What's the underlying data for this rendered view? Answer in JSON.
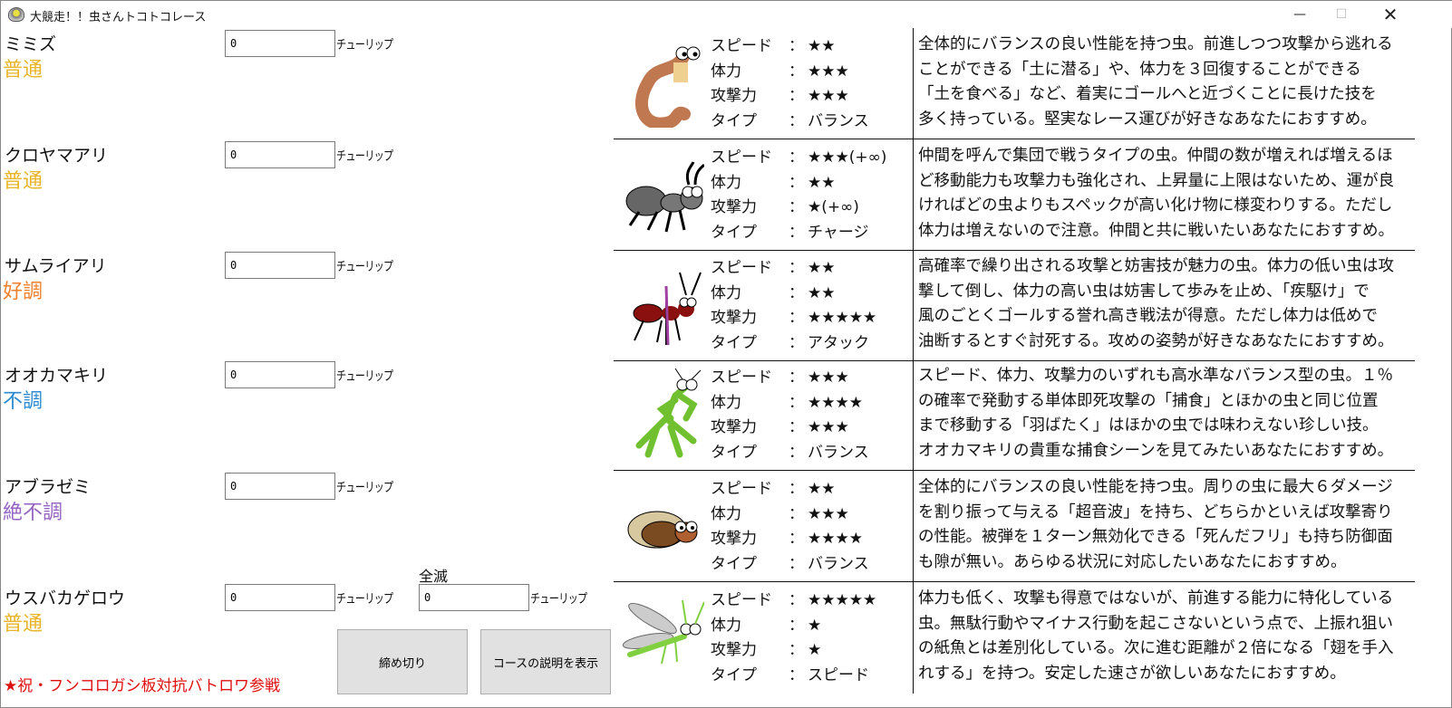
{
  "window": {
    "title": "大競走！！虫さんトコトコレース",
    "minimize": "—",
    "maximize": "☐",
    "close": "✕",
    "icon": "teacup-icon"
  },
  "unit_label": "チューリップ",
  "zenmetsu": {
    "label": "全滅",
    "value": "0"
  },
  "buttons": {
    "deadline": "締め切り",
    "course": "コースの説明を表示"
  },
  "banner": "★祝・フンコロガシ板対抗バトロワ参戦",
  "stat_labels": {
    "speed": "スピード",
    "hp": "体力",
    "attack": "攻撃力",
    "type": "タイプ",
    "sep": "："
  },
  "colors": {
    "普通": "#e8b428",
    "好調": "#f0802c",
    "不調": "#2c8ad0",
    "絶不調": "#9464c4"
  },
  "bugs": [
    {
      "name": "ミミズ",
      "condition": "普通",
      "bet": "0",
      "speed": "★★",
      "hp": "★★★",
      "attack": "★★★",
      "type": "バランス",
      "icon": "earthworm-icon",
      "desc": [
        "全体的にバランスの良い性能を持つ虫。前進しつつ攻撃から逃れる",
        "ことができる「土に潜る」や、体力を３回復することができる",
        "「土を食べる」など、着実にゴールへと近づくことに長けた技を",
        "多く持っている。堅実なレース運びが好きなあなたにおすすめ。"
      ]
    },
    {
      "name": "クロヤマアリ",
      "condition": "普通",
      "bet": "0",
      "speed": "★★★(+∞)",
      "hp": "★★",
      "attack": "★(+∞)",
      "type": "チャージ",
      "icon": "ant-icon",
      "desc": [
        "仲間を呼んで集団で戦うタイプの虫。仲間の数が増えれば増えるほ",
        "ど移動能力も攻撃力も強化され、上昇量に上限はないため、運が良",
        "ければどの虫よりもスペックが高い化け物に様変わりする。ただし",
        "体力は増えないので注意。仲間と共に戦いたいあなたにおすすめ。"
      ]
    },
    {
      "name": "サムライアリ",
      "condition": "好調",
      "bet": "0",
      "speed": "★★",
      "hp": "★★",
      "attack": "★★★★★",
      "type": "アタック",
      "icon": "samurai-ant-icon",
      "desc": [
        "高確率で繰り出される攻撃と妨害技が魅力の虫。体力の低い虫は攻",
        "撃して倒し、体力の高い虫は妨害して歩みを止め、「疾駆け」で",
        "風のごとくゴールする誉れ高き戦法が得意。ただし体力は低めで",
        "油断するとすぐ討死する。攻めの姿勢が好きなあなたにおすすめ。"
      ]
    },
    {
      "name": "オオカマキリ",
      "condition": "不調",
      "bet": "0",
      "speed": "★★★",
      "hp": "★★★★",
      "attack": "★★★",
      "type": "バランス",
      "icon": "mantis-icon",
      "desc": [
        "スピード、体力、攻撃力のいずれも高水準なバランス型の虫。１％",
        "の確率で発動する単体即死攻撃の「捕食」とほかの虫と同じ位置",
        "まで移動する「羽ばたく」はほかの虫では味わえない珍しい技。",
        "オオカマキリの貴重な捕食シーンを見てみたいあなたにおすすめ。"
      ]
    },
    {
      "name": "アブラゼミ",
      "condition": "絶不調",
      "bet": "0",
      "speed": "★★",
      "hp": "★★★",
      "attack": "★★★★",
      "type": "バランス",
      "icon": "cicada-icon",
      "desc": [
        "全体的にバランスの良い性能を持つ虫。周りの虫に最大６ダメージ",
        "を割り振って与える「超音波」を持ち、どちらかといえば攻撃寄り",
        "の性能。被弾を１ターン無効化できる「死んだフリ」も持ち防御面",
        "も隙が無い。あらゆる状況に対応したいあなたにおすすめ。"
      ]
    },
    {
      "name": "ウスバカゲロウ",
      "condition": "普通",
      "bet": "0",
      "speed": "★★★★★",
      "hp": "★",
      "attack": "★",
      "type": "スピード",
      "icon": "antlion-fly-icon",
      "desc": [
        "体力も低く、攻撃も得意ではないが、前進する能力に特化している",
        "虫。無駄行動やマイナス行動を起こさないという点で、上振れ狙い",
        "の紙魚とは差別化している。次に進む距離が２倍になる「翅を手入",
        "れする」を持つ。安定した速さが欲しいあなたにおすすめ。"
      ]
    }
  ]
}
